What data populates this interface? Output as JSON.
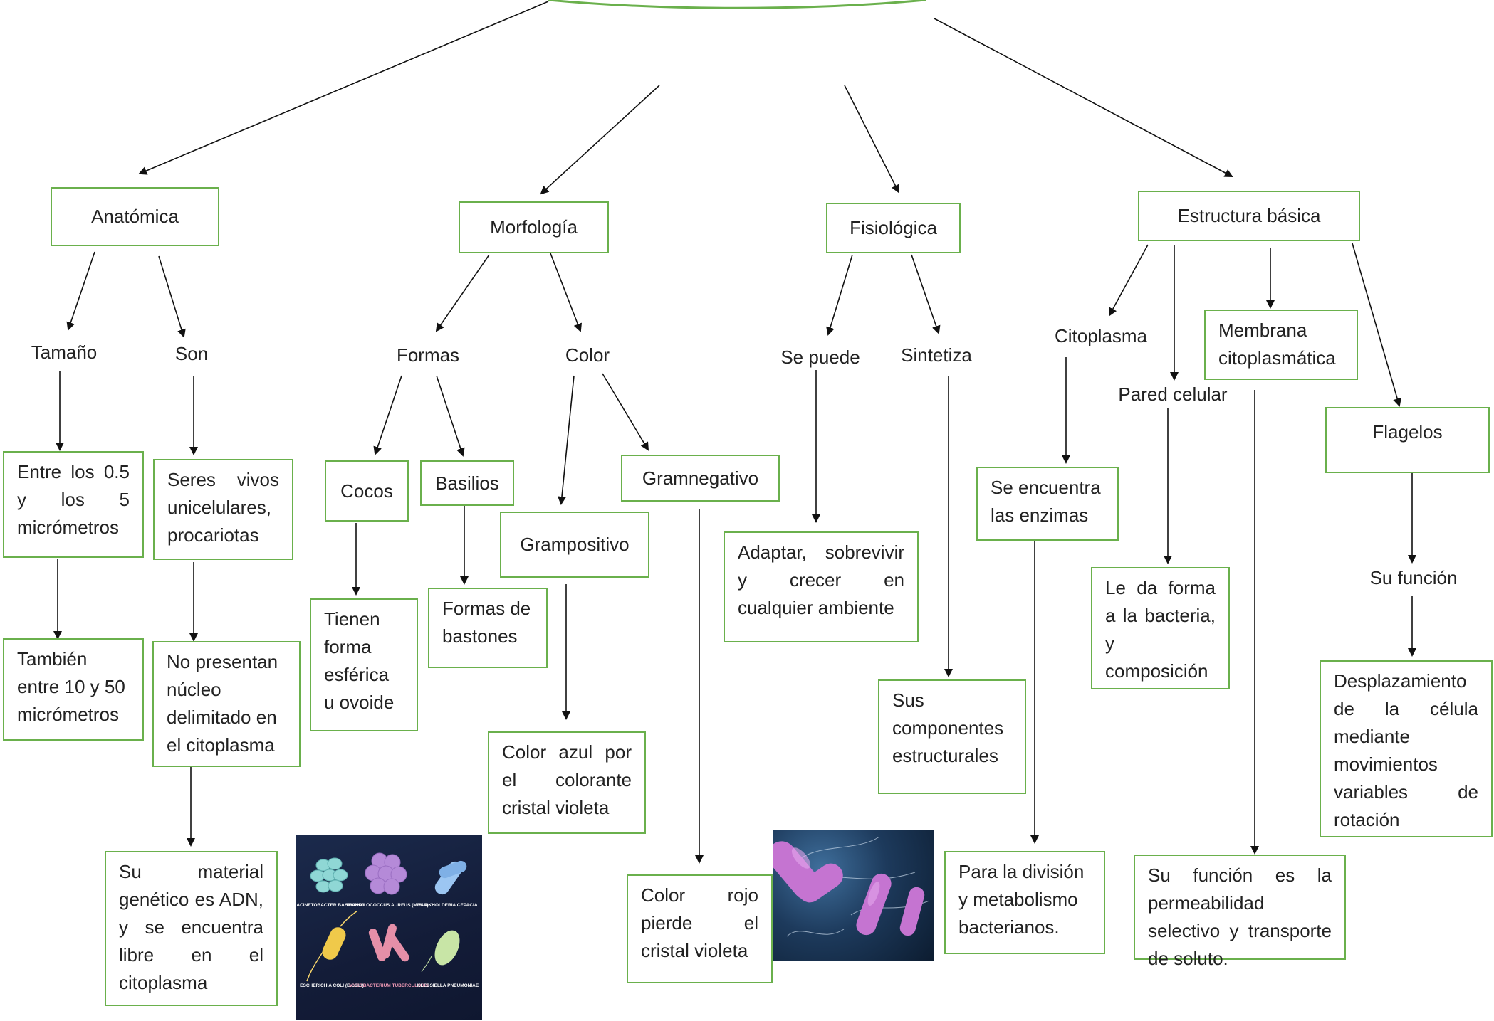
{
  "title": "",
  "accent": "#6ab04c",
  "branches": {
    "anatomica": {
      "title": "Anatómica",
      "tamano": "Tamaño",
      "tamano_box1": "Entre los 0.5 y los 5 micrómetros",
      "tamano_box2": "También entre 10 y 50 micrómetros",
      "son": "Son",
      "son_box1": "Seres vivos unicelulares, procariotas",
      "son_box2": "No presentan núcleo delimitado en el citoplasma",
      "son_box3": "Su material genético es ADN, y se encuentra libre en el citoplasma"
    },
    "morfologia": {
      "title": "Morfología",
      "formas": "Formas",
      "cocos": "Cocos",
      "cocos_desc": "Tienen forma esférica u ovoide",
      "basilios": "Basilios",
      "basilios_desc": "Formas de bastones",
      "color": "Color",
      "grampositivo": "Grampositivo",
      "grampositivo_desc": "Color azul por el colorante cristal violeta",
      "gramnegativo": "Gramnegativo",
      "gramnegativo_desc": "Color rojo pierde el cristal violeta"
    },
    "fisiologica": {
      "title": "Fisiológica",
      "se_puede": "Se puede",
      "se_puede_desc": "Adaptar, sobrevivir y crecer en cualquier ambiente",
      "sintetiza": "Sintetiza",
      "sintetiza_desc": "Sus componentes estructurales"
    },
    "estructura": {
      "title": "Estructura básica",
      "citoplasma": "Citoplasma",
      "citoplasma_box": "Se encuentra las enzimas",
      "citoplasma_desc": "Para la división y metabolismo bacterianos.",
      "pared": "Pared celular",
      "pared_desc": "Le da forma a la bacteria, y composición",
      "membrana": "Membrana citoplasmática",
      "membrana_desc": "Su función es la permeabilidad selectivo y transporte de soluto.",
      "flagelos": "Flagelos",
      "su_funcion": "Su función",
      "flagelos_desc": "Desplazamiento de la célula mediante movimientos variables de rotación"
    }
  },
  "images": {
    "bacteria_grid": {
      "labels": [
        "ACINETOBACTER BAUMANNII",
        "STAPHYLOCOCCUS AUREUS (MRSA)",
        "BURKHOLDERIA CEPACIA",
        "ESCHERICHIA COLI (E.COLI)",
        "MYCOBACTERIUM TUBERCULOSIS",
        "KLEBSIELLA PNEUMONIAE"
      ]
    }
  }
}
